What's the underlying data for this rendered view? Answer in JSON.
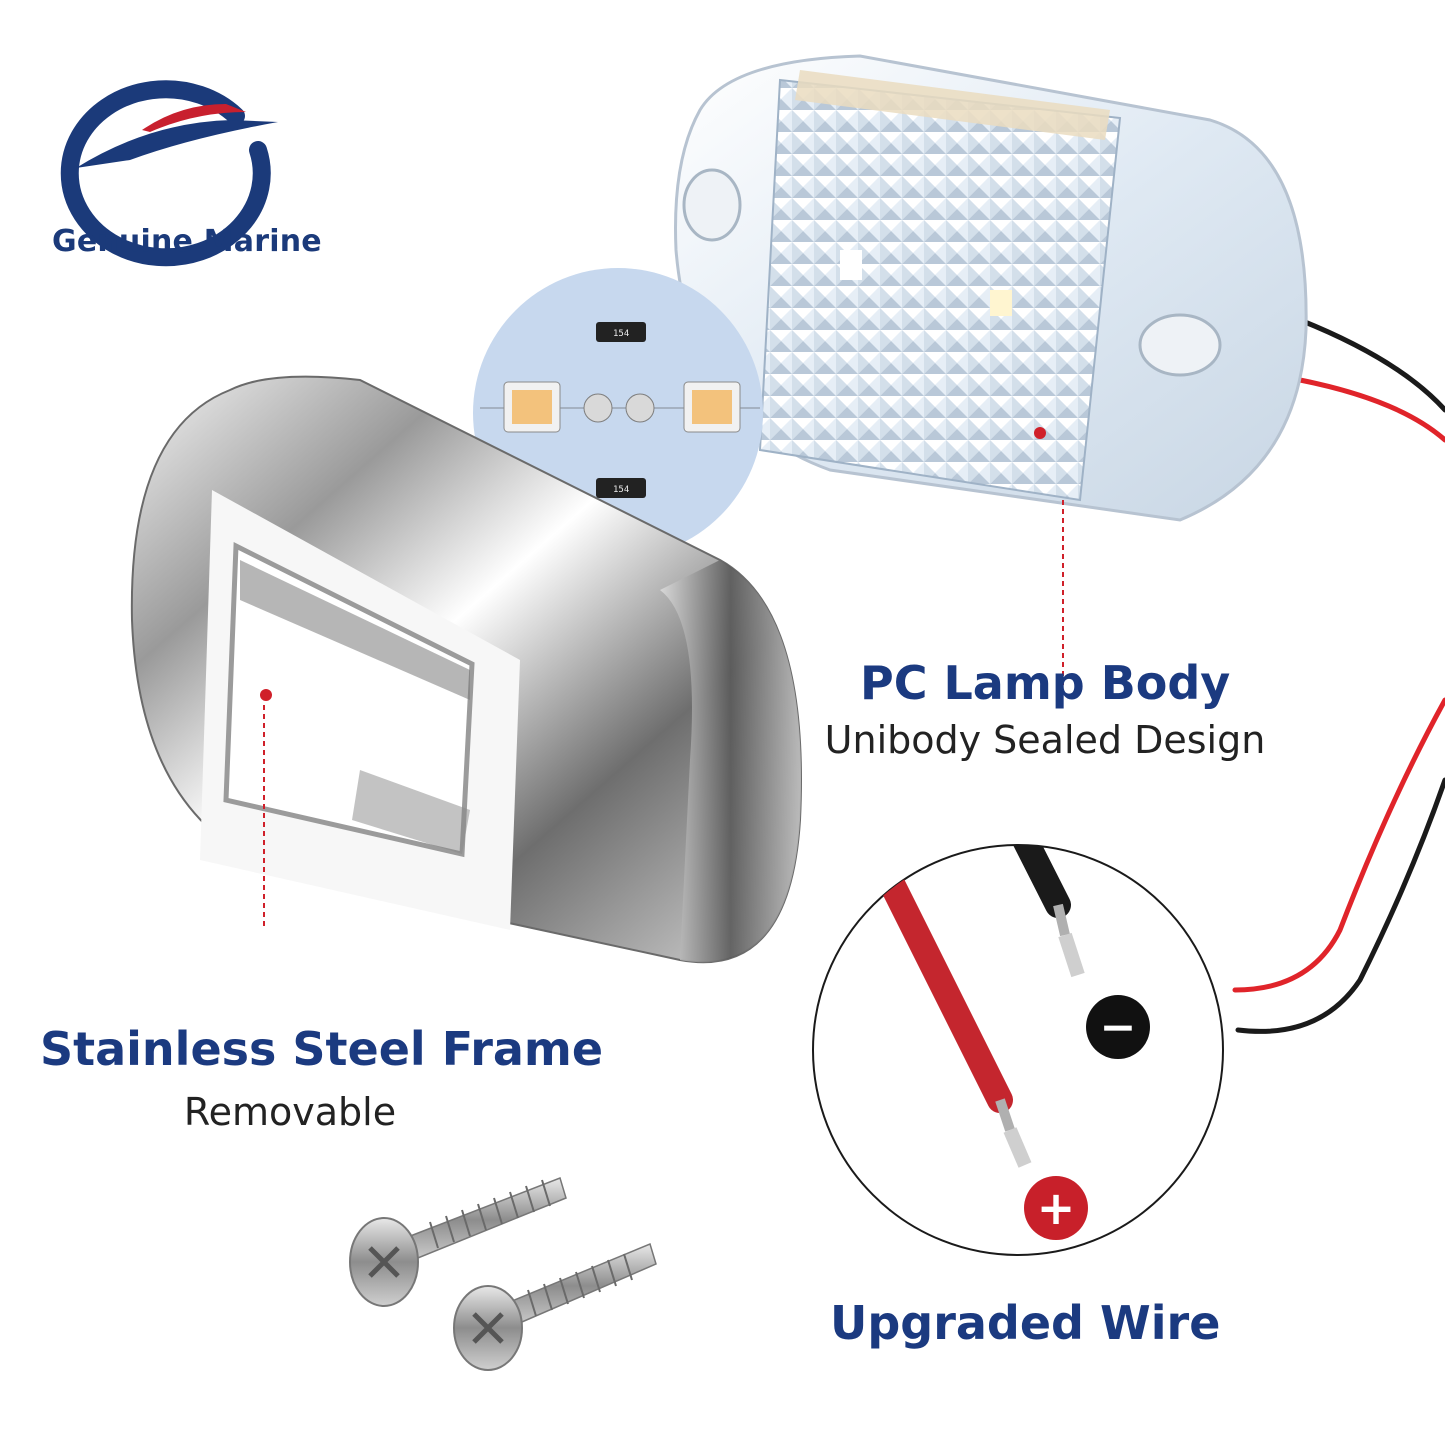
{
  "brand": {
    "name": "Genuine Marine",
    "colors": {
      "navy": "#1b3a7a",
      "red": "#c8202e"
    }
  },
  "features": {
    "lamp_body": {
      "title": "PC Lamp Body",
      "subtitle": "Unibody Sealed Design"
    },
    "frame": {
      "title": "Stainless Steel Frame",
      "subtitle": "Removable"
    },
    "wire": {
      "title": "Upgraded Wire"
    }
  },
  "led_detail": {
    "resistor_label": "154"
  },
  "polarity": {
    "negative": "−",
    "positive": "+"
  },
  "colors": {
    "accent_red": "#d0202a",
    "title_navy": "#1b3a80",
    "wire_red": "#e0242a",
    "wire_black": "#1a1a1a"
  }
}
